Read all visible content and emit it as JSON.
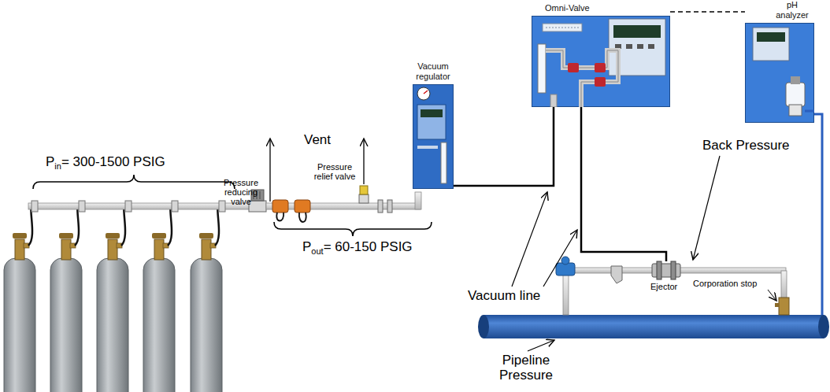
{
  "diagram": {
    "nodes": [
      {
        "text": [
          "Vacuum regulator"
        ]
      },
      {
        "text": [
          "Omni-Valve"
        ]
      },
      {
        "text": [
          "pH analyzer"
        ]
      }
    ],
    "edges": [
      {
        "from": 0,
        "to": 1,
        "arrow": "none"
      },
      {
        "from": 1,
        "to": 2,
        "arrow": "none"
      }
    ],
    "labels": [
      "P",
      "in",
      "= 300-1500 PSIG",
      "Pressure reducing valve",
      "Vent",
      "Pressure relief valve",
      "P",
      "out",
      "= 60-150 PSIG",
      "Vacuum line",
      "Back Pressure",
      "Ejector",
      "Corporation stop",
      "Pipeline Pressure"
    ]
  }
}
